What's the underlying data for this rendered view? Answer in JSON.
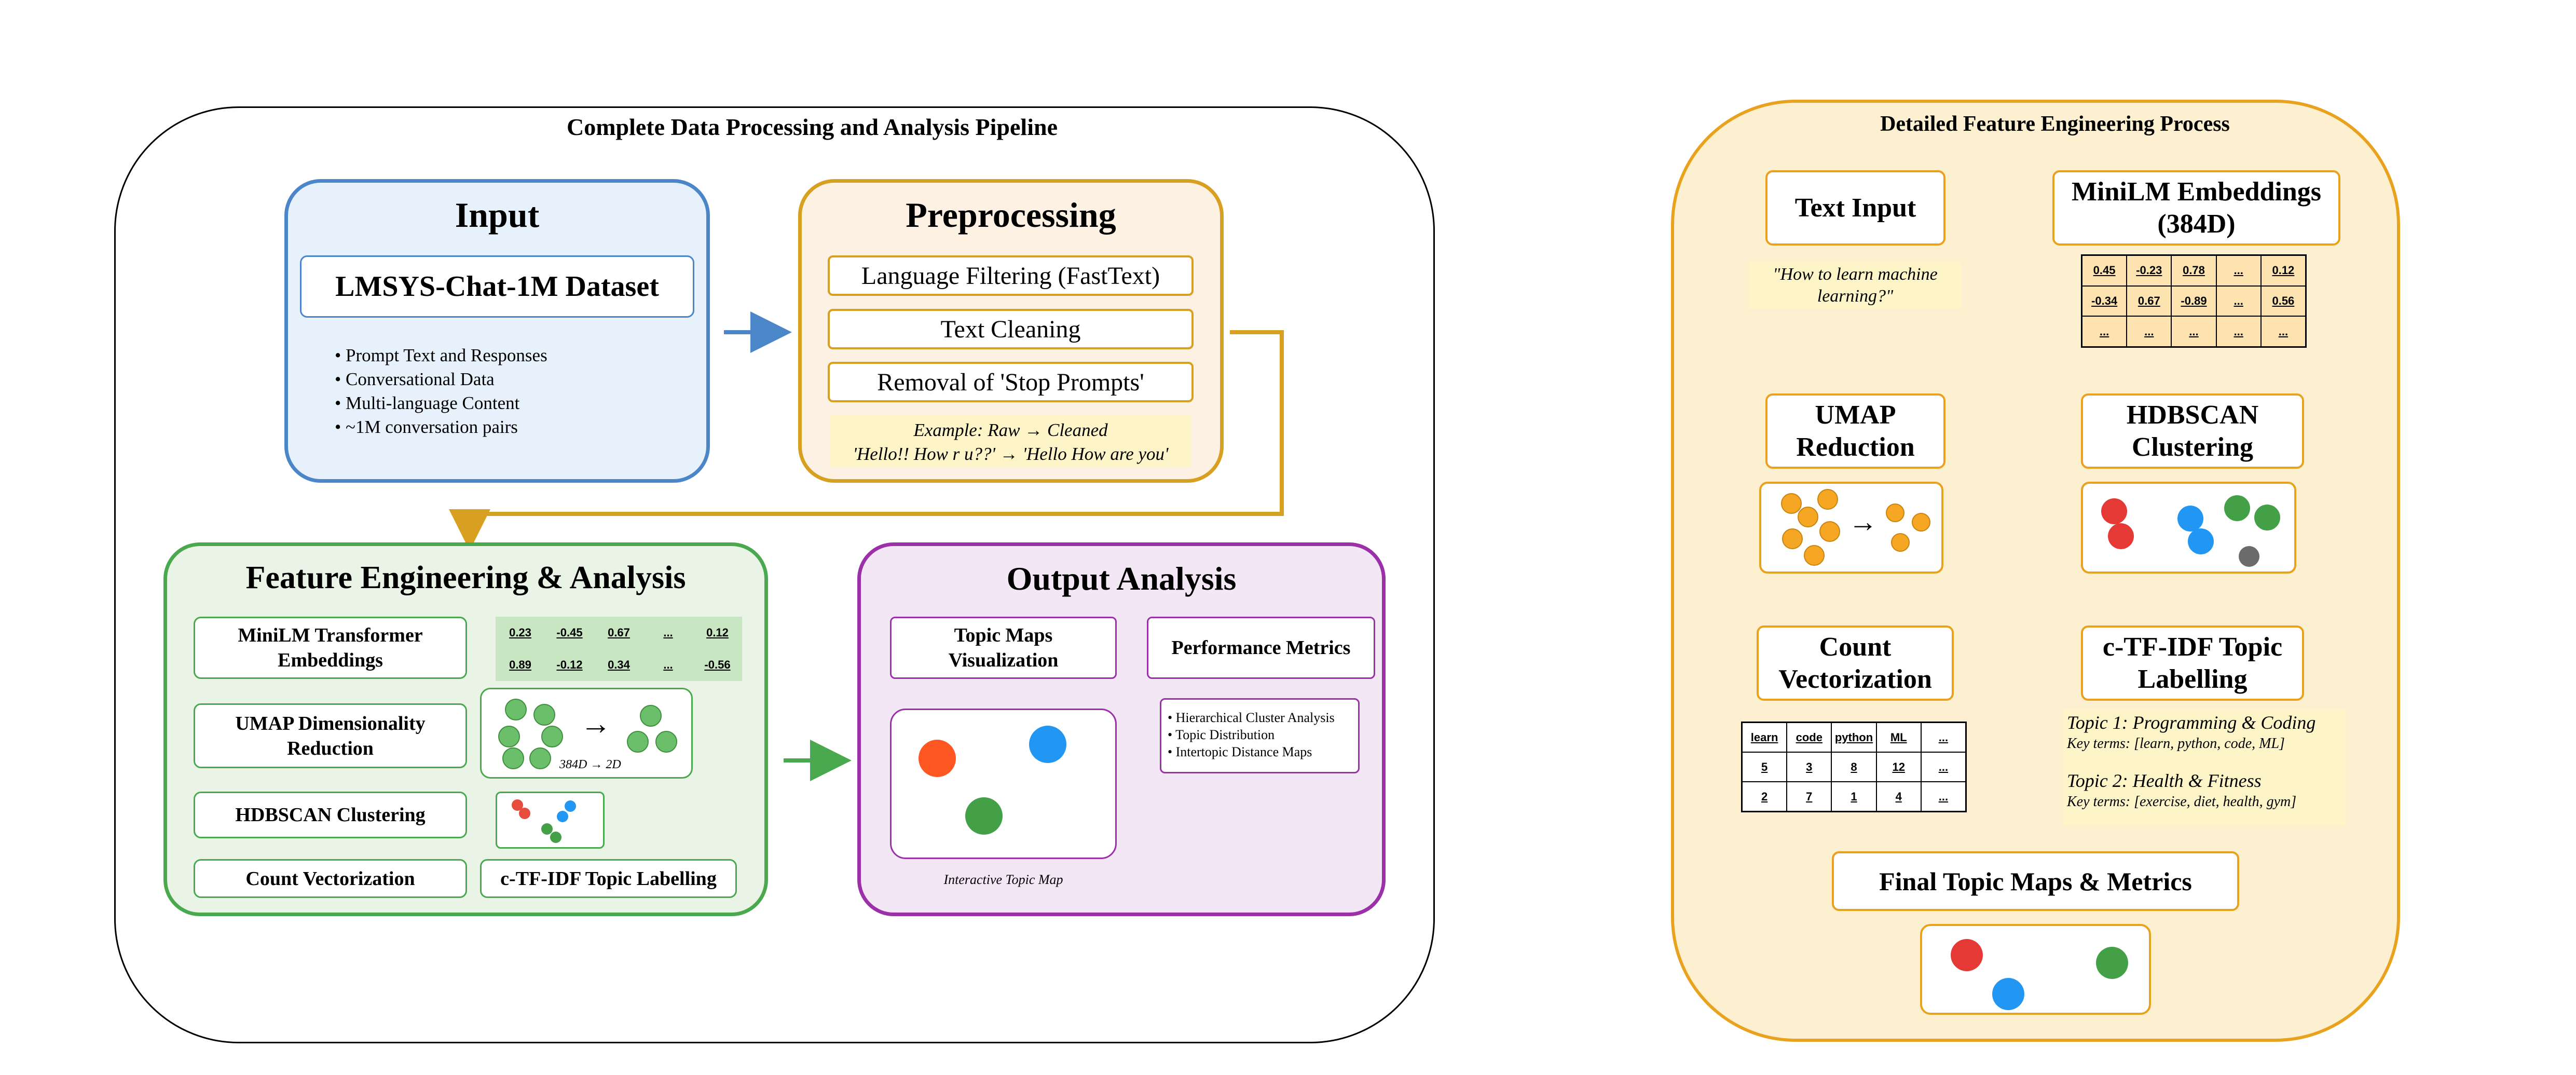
{
  "left_panel": {
    "title": "Complete Data Processing and Analysis Pipeline",
    "input": {
      "title": "Input",
      "dataset": "LMSYS-Chat-1M Dataset",
      "bullets": [
        "• Prompt Text and Responses",
        "• Conversational Data",
        "• Multi-language Content",
        "• ~1M conversation pairs"
      ]
    },
    "preprocessing": {
      "title": "Preprocessing",
      "steps": [
        "Language Filtering (FastText)",
        "Text Cleaning",
        "Removal of 'Stop Prompts'"
      ],
      "example_line1": "Example: Raw → Cleaned",
      "example_line2": "'Hello!! How r u??' → 'Hello How are you'"
    },
    "feature": {
      "title": "Feature Engineering & Analysis",
      "minilm": "MiniLM Transformer Embeddings",
      "umap": "UMAP Dimensionality Reduction",
      "hdbscan": "HDBSCAN Clustering",
      "count": "Count Vectorization",
      "ctfidf": "c-TF-IDF Topic Labelling",
      "embed_rows": [
        [
          "0.23",
          "-0.45",
          "0.67",
          "...",
          "0.12"
        ],
        [
          "0.89",
          "-0.12",
          "0.34",
          "...",
          "-0.56"
        ]
      ],
      "reduce_arrow": "→",
      "reduce_label": "384D → 2D"
    },
    "output": {
      "title": "Output Analysis",
      "topic_maps": "Topic Maps Visualization",
      "perf": "Performance Metrics",
      "map_caption": "Interactive Topic Map",
      "metrics": [
        "• Hierarchical Cluster Analysis",
        "• Topic Distribution",
        "• Intertopic Distance Maps"
      ]
    }
  },
  "right_panel": {
    "title": "Detailed Feature Engineering Process",
    "text_input": "Text Input",
    "quote": "\"How to learn machine learning?\"",
    "minilm": "MiniLM Embeddings (384D)",
    "embed_rows": [
      [
        "0.45",
        "-0.23",
        "0.78",
        "...",
        "0.12"
      ],
      [
        "-0.34",
        "0.67",
        "-0.89",
        "...",
        "0.56"
      ],
      [
        "...",
        "...",
        "...",
        "...",
        "..."
      ]
    ],
    "umap": "UMAP Reduction",
    "umap_arrow": "→",
    "hdbscan": "HDBSCAN Clustering",
    "count": "Count Vectorization",
    "ctfidf": "c-TF-IDF Topic Labelling",
    "count_header": [
      "learn",
      "code",
      "python",
      "ML",
      "..."
    ],
    "count_rows": [
      [
        "5",
        "3",
        "8",
        "12",
        "..."
      ],
      [
        "2",
        "7",
        "1",
        "4",
        "..."
      ]
    ],
    "topic1_title": "Topic 1: Programming & Coding",
    "topic1_terms": "Key terms: [learn, python, code, ML]",
    "topic2_title": "Topic 2: Health & Fitness",
    "topic2_terms": "Key terms: [exercise, diet, health, gym]",
    "final": "Final Topic Maps & Metrics"
  },
  "colors": {
    "input_border": "#4a86c8",
    "input_fill": "#e6f1fb",
    "prep_border": "#d8a020",
    "prep_fill": "#fdf1e4",
    "feat_border": "#4aa84e",
    "feat_fill": "#e9f4e6",
    "out_border": "#9b30a8",
    "out_fill": "#f3e6f5",
    "right_border": "#e8a21e",
    "right_fill": "#fdf0d0"
  }
}
